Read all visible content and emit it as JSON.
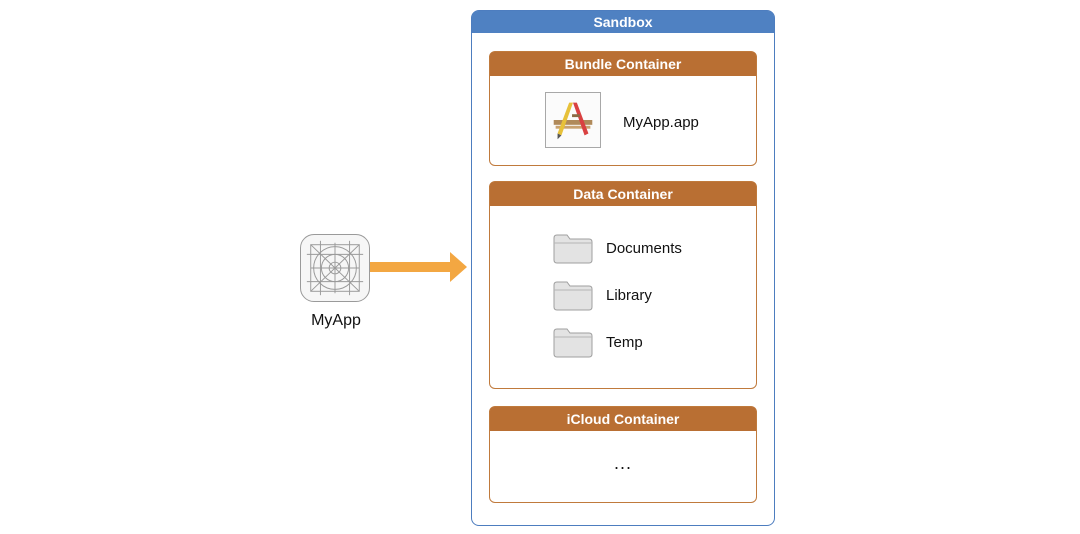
{
  "app": {
    "label": "MyApp"
  },
  "sandbox": {
    "title": "Sandbox",
    "bundle_container": {
      "title": "Bundle Container",
      "app_file": "MyApp.app"
    },
    "data_container": {
      "title": "Data Container",
      "folders": [
        "Documents",
        "Library",
        "Temp"
      ]
    },
    "icloud_container": {
      "title": "iCloud Container",
      "placeholder": "..."
    }
  },
  "colors": {
    "sandbox_blue": "#4f81c2",
    "container_brown": "#b96f33",
    "arrow_orange": "#f3a742",
    "folder_gray": "#d9d9d9"
  },
  "icons": [
    "app-template-icon",
    "arrow-right-icon",
    "xcode-app-icon",
    "folder-icon"
  ]
}
